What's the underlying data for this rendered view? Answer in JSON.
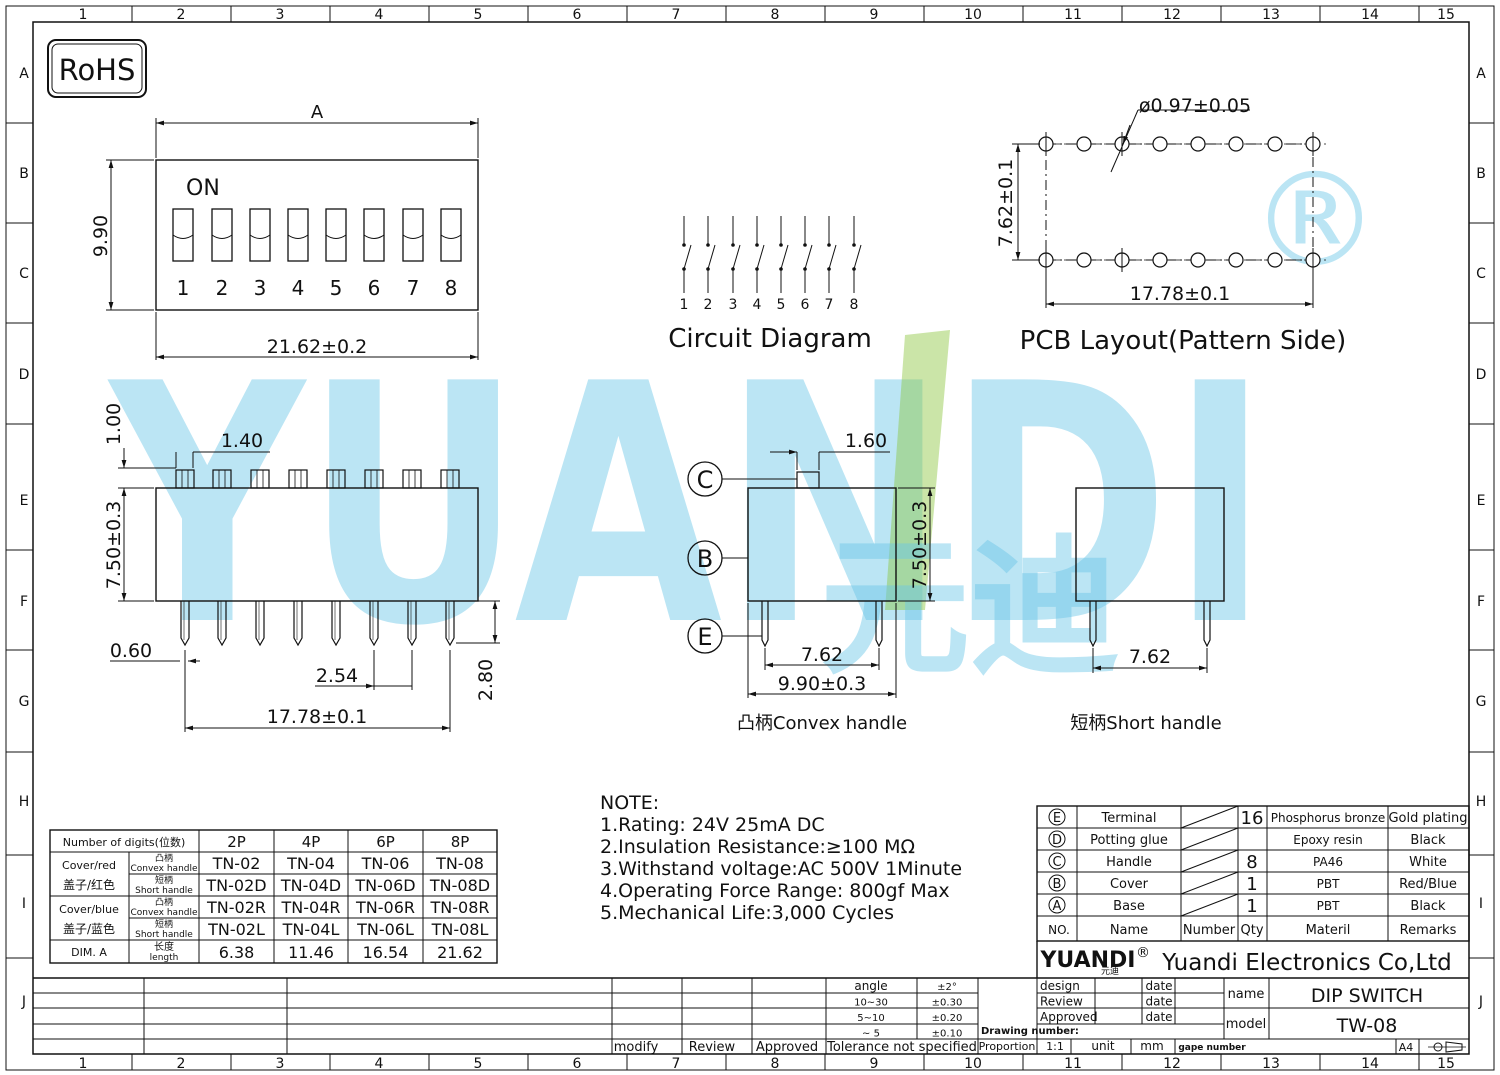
{
  "border": {
    "columns": [
      "1",
      "2",
      "3",
      "4",
      "5",
      "6",
      "7",
      "8",
      "9",
      "10",
      "11",
      "12",
      "13",
      "14",
      "15"
    ],
    "rows": [
      "A",
      "B",
      "C",
      "D",
      "E",
      "F",
      "G",
      "H",
      "I",
      "J"
    ]
  },
  "rohs": "RoHS",
  "watermark": {
    "text": "YUANDI",
    "cn": "元迪",
    "reg": "®"
  },
  "top_view": {
    "on_label": "ON",
    "switch_numbers": [
      "1",
      "2",
      "3",
      "4",
      "5",
      "6",
      "7",
      "8"
    ],
    "dim_a": "A",
    "dim_height": "9.90",
    "dim_width": "21.62±0.2"
  },
  "circuit": {
    "title": "Circuit  Diagram",
    "pins": [
      "1",
      "2",
      "3",
      "4",
      "5",
      "6",
      "7",
      "8"
    ]
  },
  "pcb": {
    "title": "PCB  Layout(Pattern  Side)",
    "hole_dia": "ø0.97±0.05",
    "row_spacing": "7.62±0.1",
    "length": "17.78±0.1"
  },
  "front_view": {
    "d_top": "1.00",
    "d_pitch_top": "1.40",
    "d_body": "7.50±0.3",
    "d_pin_w": "0.60",
    "d_pitch": "2.54",
    "d_pin_len": "2.80",
    "d_total": "17.78±0.1"
  },
  "side_convex": {
    "labels": [
      "C",
      "B",
      "E"
    ],
    "d_handle": "1.60",
    "d_body": "7.50±0.3",
    "d_pin": "7.62",
    "d_width": "9.90±0.3",
    "caption": "凸柄Convex  handle"
  },
  "side_short": {
    "d_pin": "7.62",
    "caption": "短柄Short  handle"
  },
  "notes": [
    "NOTE:",
    "1.Rating:  24V  25mA  DC",
    "2.Insulation  Resistance:≥100  MΩ",
    "3.Withstand  voltage:AC  500V  1Minute",
    "4.Operating  Force  Range:  800gf  Max",
    "5.Mechanical  Life:3,000  Cycles"
  ],
  "model_table": {
    "header": [
      "Number of digits(位数)",
      "2P",
      "4P",
      "6P",
      "8P"
    ],
    "groups": [
      {
        "name": "Cover/red",
        "name_cn": "盖子/红色"
      },
      {
        "name": "Cover/blue",
        "name_cn": "盖子/蓝色"
      }
    ],
    "handle_types": [
      {
        "cn": "凸柄",
        "en": "Convex handle"
      },
      {
        "cn": "短柄",
        "en": "Short handle"
      }
    ],
    "rows": [
      [
        "TN-02",
        "TN-04",
        "TN-06",
        "TN-08"
      ],
      [
        "TN-02D",
        "TN-04D",
        "TN-06D",
        "TN-08D"
      ],
      [
        "TN-02R",
        "TN-04R",
        "TN-06R",
        "TN-08R"
      ],
      [
        "TN-02L",
        "TN-04L",
        "TN-06L",
        "TN-08L"
      ]
    ],
    "dim_row": {
      "label": "DIM. A",
      "cn": "长度",
      "en": "length",
      "values": [
        "6.38",
        "11.46",
        "16.54",
        "21.62"
      ]
    }
  },
  "bom": {
    "rows": [
      {
        "no": "E",
        "name": "Terminal",
        "qty": "16",
        "material": "Phosphorus bronze",
        "remarks": "Gold plating"
      },
      {
        "no": "D",
        "name": "Potting glue",
        "qty": "",
        "material": "Epoxy resin",
        "remarks": "Black"
      },
      {
        "no": "C",
        "name": "Handle",
        "qty": "8",
        "material": "PA46",
        "remarks": "White"
      },
      {
        "no": "B",
        "name": "Cover",
        "qty": "1",
        "material": "PBT",
        "remarks": "Red/Blue"
      },
      {
        "no": "A",
        "name": "Base",
        "qty": "1",
        "material": "PBT",
        "remarks": "Black"
      }
    ],
    "header": {
      "no": "NO.",
      "name": "Name",
      "number": "Number",
      "qty": "Qty",
      "material": "Materil",
      "remarks": "Remarks"
    }
  },
  "title_block": {
    "logo": "YUANDI",
    "logo_cn": "元迪",
    "logo_reg": "®",
    "company": "Yuandi Electronics Co,Ltd",
    "tolerance_rows": [
      [
        "angle",
        "±2°"
      ],
      [
        "10~30",
        "±0.30"
      ],
      [
        "5~10",
        "±0.20"
      ],
      [
        "~ 5",
        "±0.10"
      ]
    ],
    "tolerance_label": "Tolerance  not  specified",
    "modify": "modify",
    "review": "Review",
    "approved": "Approved",
    "sign_rows": [
      [
        "design",
        "date"
      ],
      [
        "Review",
        "date"
      ],
      [
        "Approved",
        "date"
      ]
    ],
    "drawing_number": "Drawing number:",
    "proportion": "Proportion",
    "scale": "1:1",
    "unit": "unit",
    "mm": "mm",
    "gape_number": "gape number",
    "size": "A4",
    "name_label": "name",
    "name_value": "DIP  SWITCH",
    "model_label": "model",
    "model_value": "TW-08"
  }
}
